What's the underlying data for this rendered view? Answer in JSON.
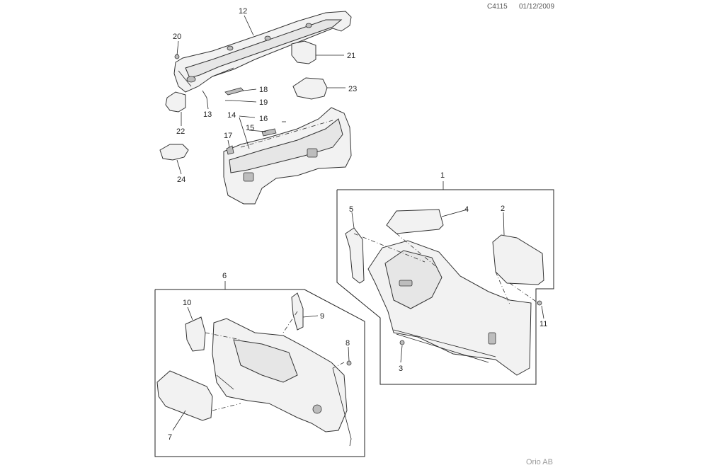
{
  "header": {
    "code": "C4115",
    "date": "01/12/2009"
  },
  "footer": {
    "brand": "Orio AB"
  },
  "callouts": [
    "1",
    "2",
    "3",
    "4",
    "5",
    "6",
    "7",
    "8",
    "9",
    "10",
    "11",
    "12",
    "13",
    "14",
    "15",
    "16",
    "17",
    "18",
    "19",
    "20",
    "21",
    "22",
    "23",
    "24"
  ]
}
